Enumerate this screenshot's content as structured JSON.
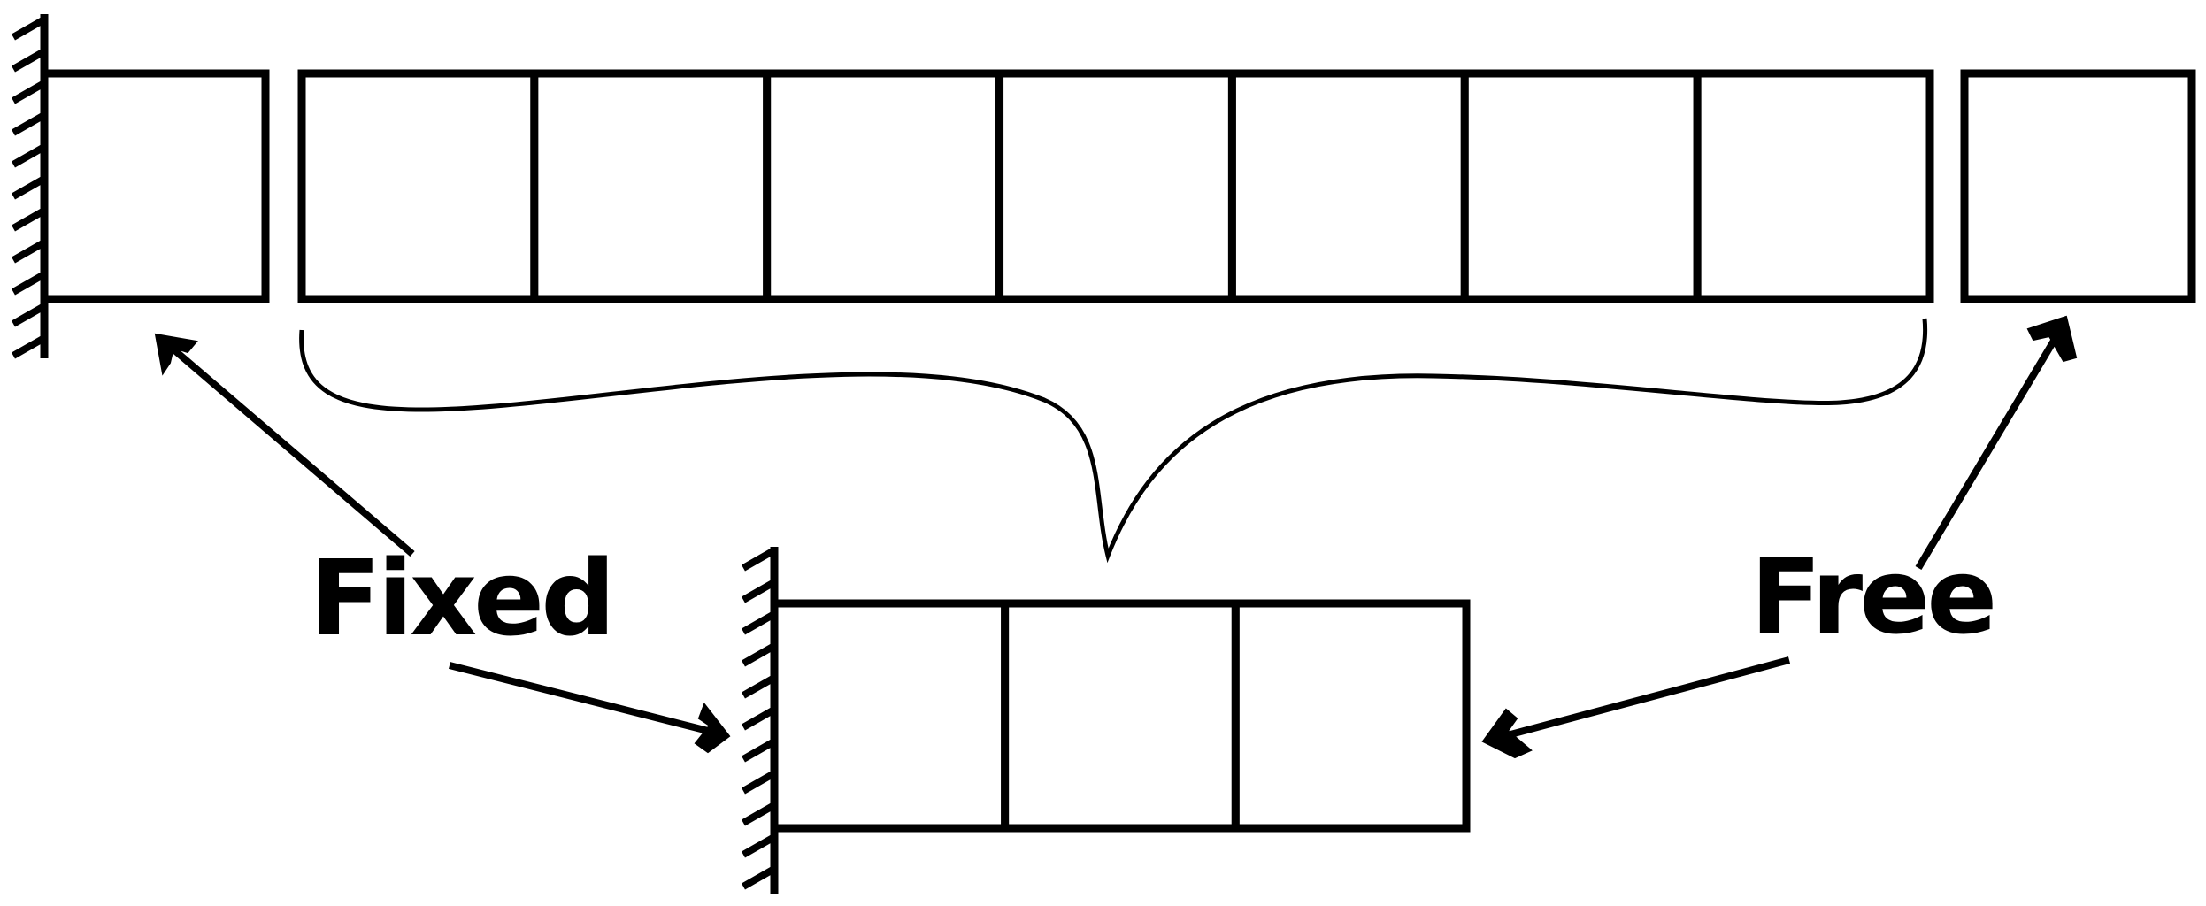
{
  "labels": {
    "fixed": "Fixed",
    "free": "Free"
  },
  "colors": {
    "stroke": "#000000",
    "background": "#ffffff"
  },
  "top_row": {
    "fixed_end_cells": 1,
    "middle_cells": 7,
    "free_end_cells": 1
  },
  "bottom_row": {
    "cells": 3
  }
}
